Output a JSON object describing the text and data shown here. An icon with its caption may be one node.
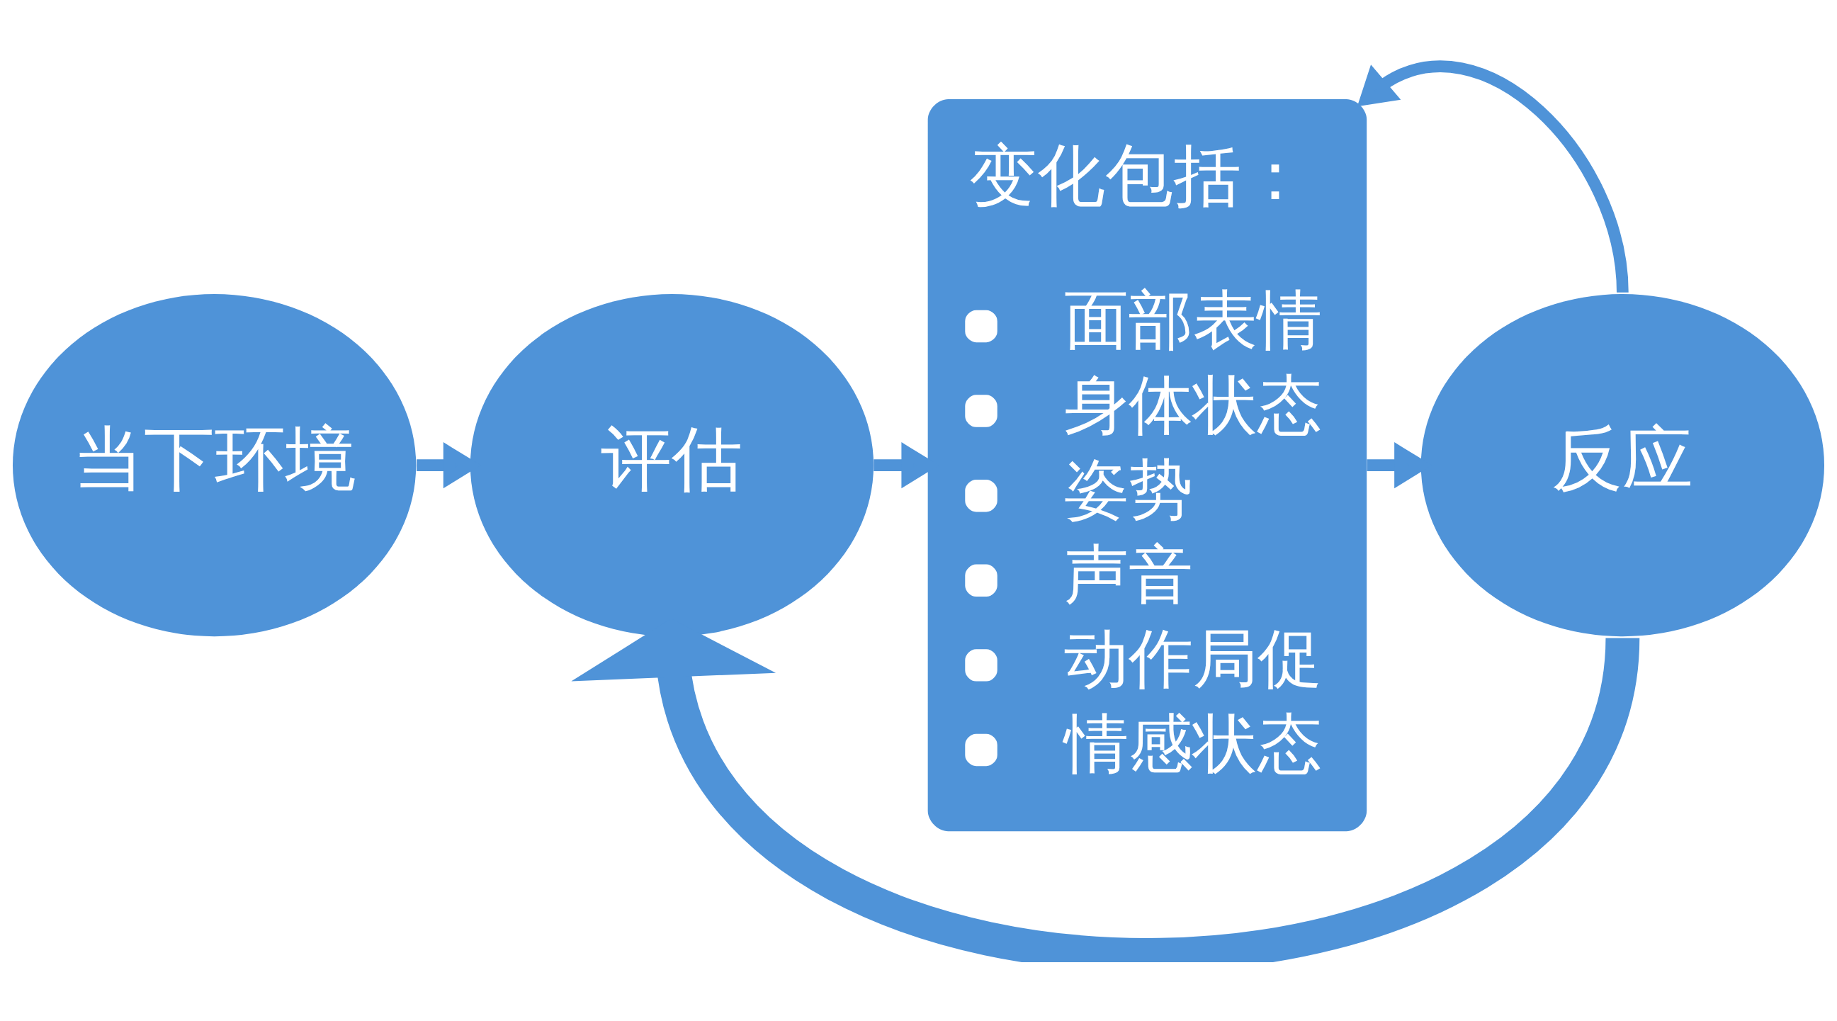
{
  "diagram": {
    "nodes": [
      {
        "text": [
          "当下环境"
        ]
      },
      {
        "text": [
          "评估"
        ]
      },
      {
        "text": [
          "变化包括：",
          "面部表情",
          "身体状态",
          "姿势",
          "声音",
          "动作局促",
          "情感状态"
        ]
      },
      {
        "text": [
          "反应"
        ]
      }
    ],
    "edges": [
      {
        "from": 0,
        "to": 1,
        "arrow": "to"
      },
      {
        "from": 1,
        "to": 2,
        "arrow": "to"
      },
      {
        "from": 2,
        "to": 3,
        "arrow": "to"
      },
      {
        "from": 3,
        "to": 1,
        "arrow": "to",
        "style": "thick"
      },
      {
        "from": 3,
        "to": 2,
        "arrow": "to"
      }
    ]
  }
}
